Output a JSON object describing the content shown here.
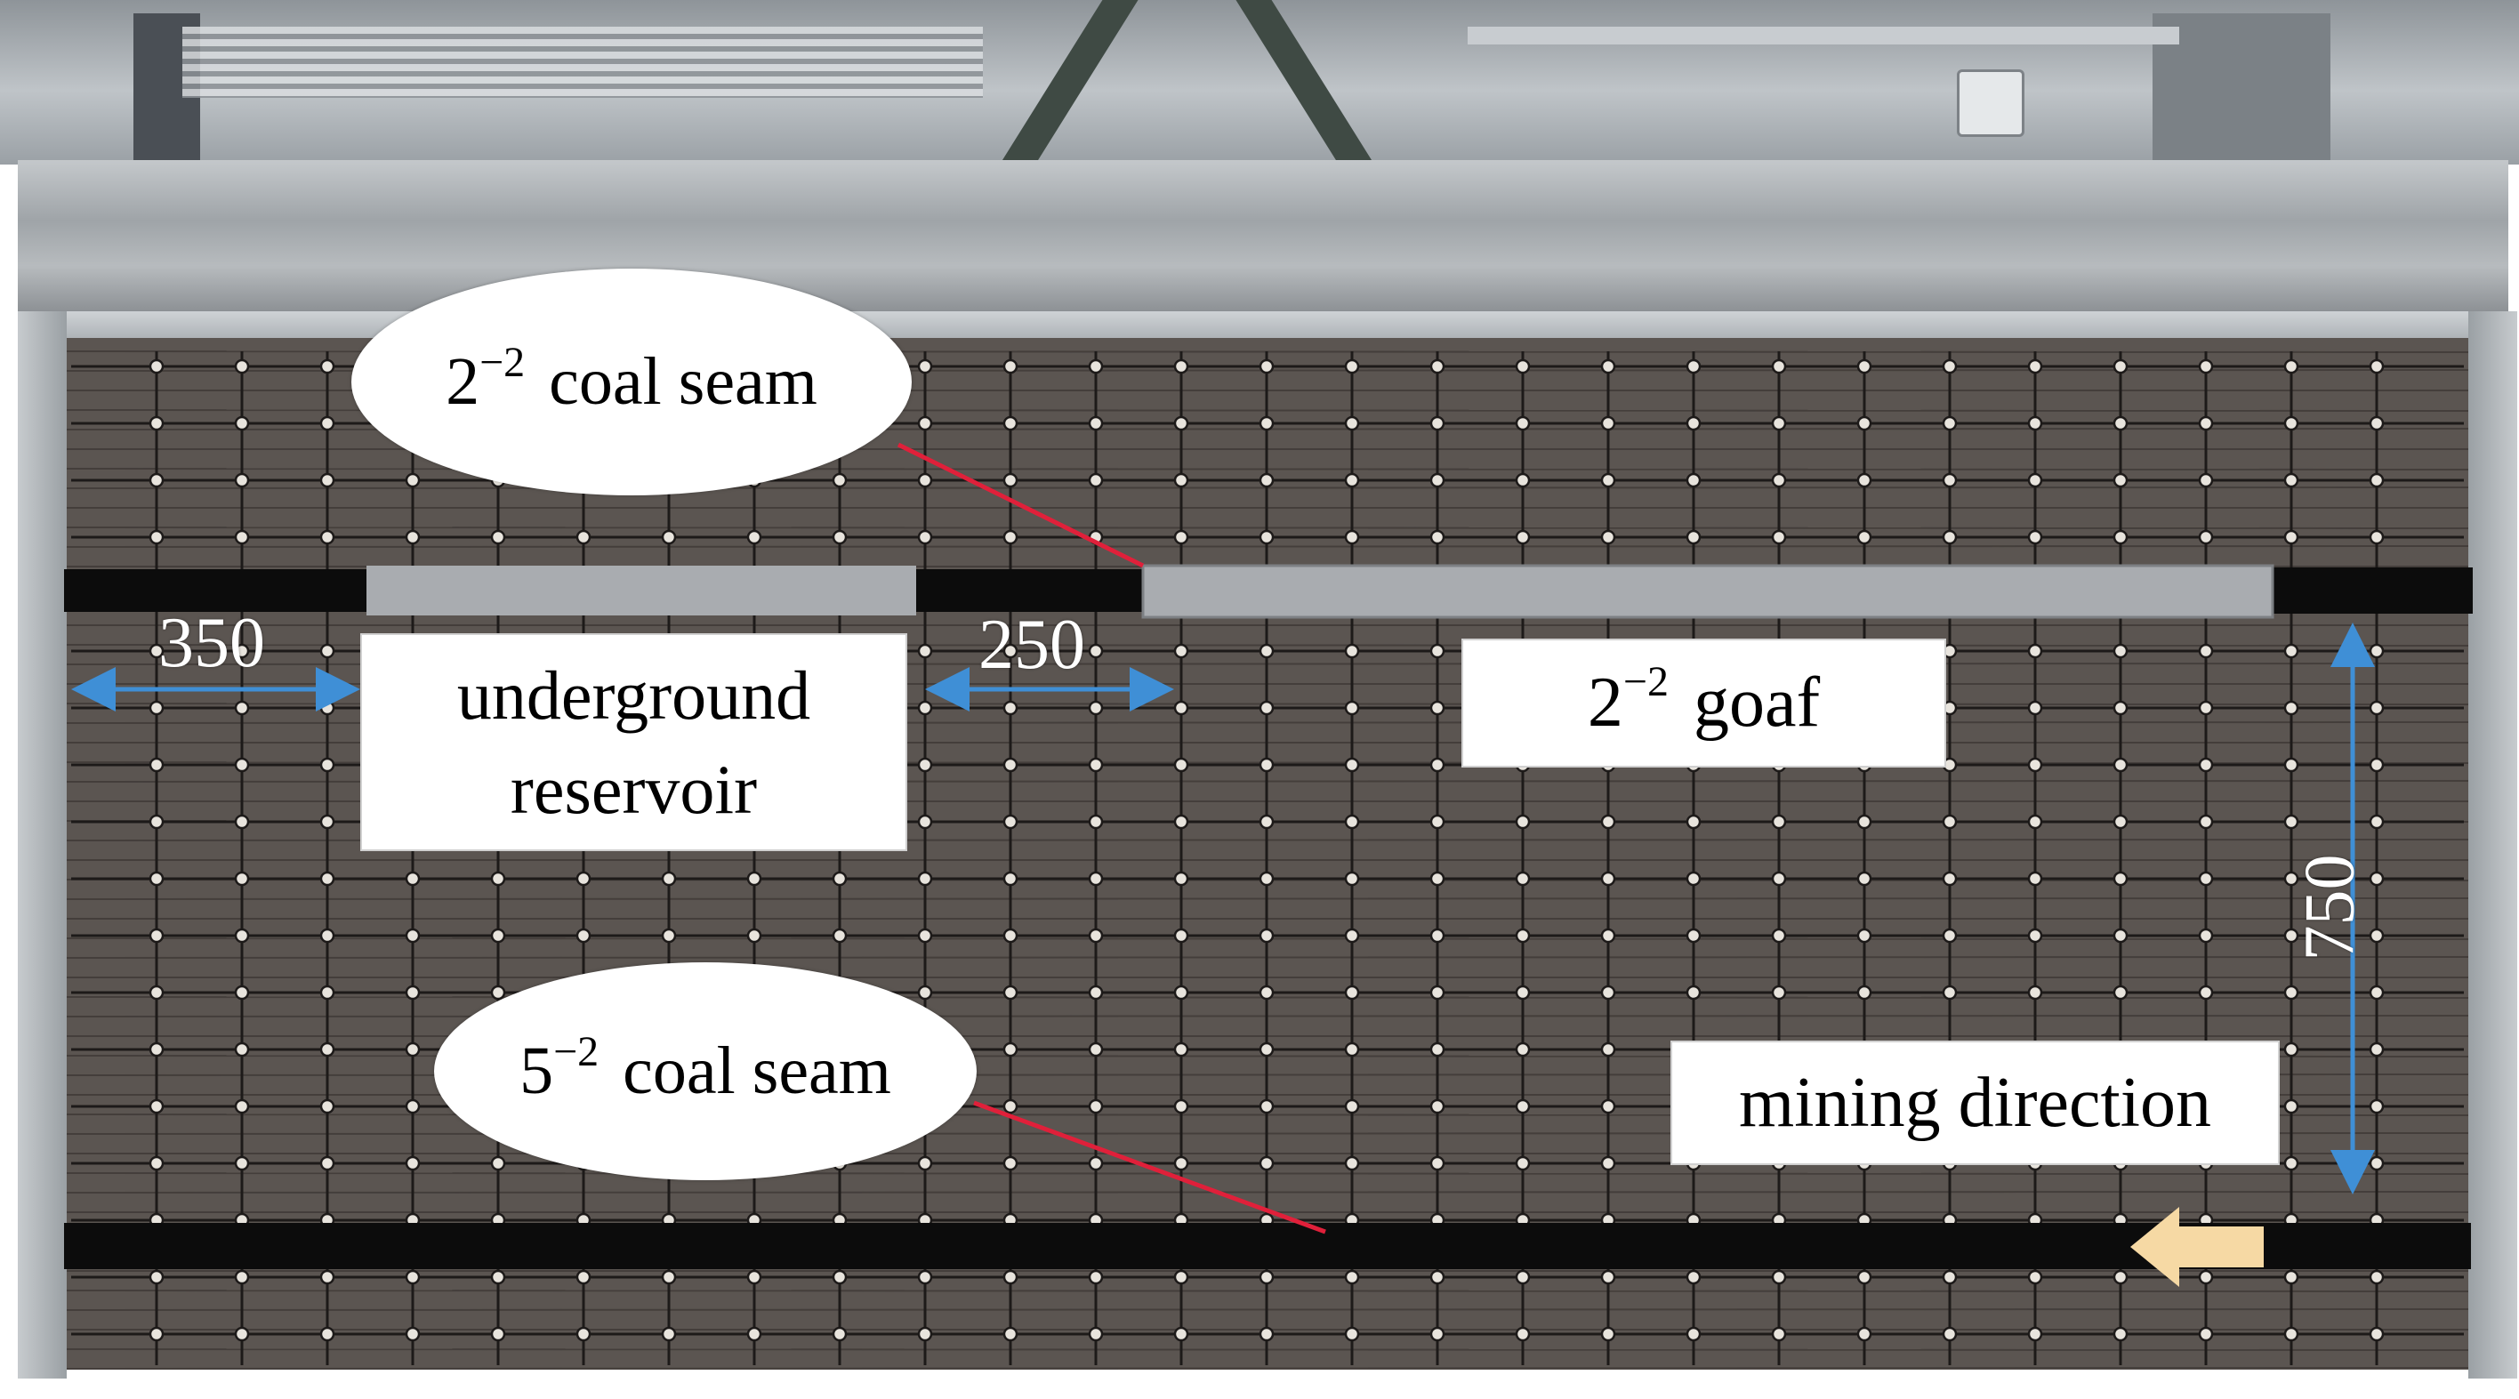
{
  "labels": {
    "upper_seam_base": "2",
    "upper_seam_sup": "−2",
    "upper_seam_rest": " coal seam",
    "lower_seam_base": "5",
    "lower_seam_sup": "−2",
    "lower_seam_rest": " coal seam",
    "reservoir_line1": "underground",
    "reservoir_line2": "reservoir",
    "goaf_base": "2",
    "goaf_sup": "−2",
    "goaf_rest": " goaf",
    "mining_direction": "mining direction"
  },
  "dimensions": {
    "left_offset": "350",
    "pillar_width": "250",
    "seam_spacing": "750"
  },
  "icons": {
    "mining_arrow": "left-arrow-icon"
  },
  "colors": {
    "model_fill": "#5b5551",
    "coal_seam": "#0c0c0c",
    "excavated": "#a9acb0",
    "dimension_arrow": "#3f8fd6",
    "leader_line": "#e0203a",
    "arrow_fill": "#f6d9a4"
  }
}
